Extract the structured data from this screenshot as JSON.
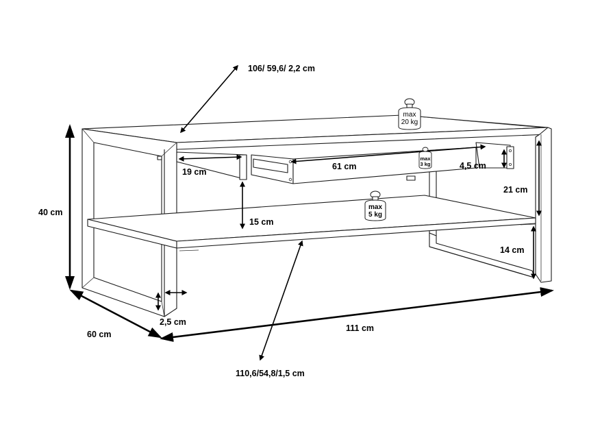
{
  "diagram": {
    "subject": "coffee table with drawer and lower shelf — dimension drawing",
    "colors": {
      "line": "#1a1a1a",
      "background": "#ffffff",
      "text": "#000000"
    },
    "dimensions": {
      "top_panel": "106/ 59,6/ 2,2 cm",
      "height": "40 cm",
      "depth": "60 cm",
      "width": "111 cm",
      "frame_thickness": "2,5 cm",
      "shelf_panel": "110,6/54,8/1,5 cm",
      "drawer_inner_left": "19 cm",
      "drawer_width": "61 cm",
      "drawer_height": "4,5 cm",
      "drawer_to_shelf": "15 cm",
      "top_to_shelf": "21 cm",
      "shelf_clearance": "14 cm"
    },
    "load_limits": {
      "top": {
        "line1": "max",
        "line2": "20 kg"
      },
      "drawer": {
        "line1": "max",
        "line2": "3 kg"
      },
      "shelf": {
        "line1": "max",
        "line2": "5 kg"
      }
    }
  }
}
